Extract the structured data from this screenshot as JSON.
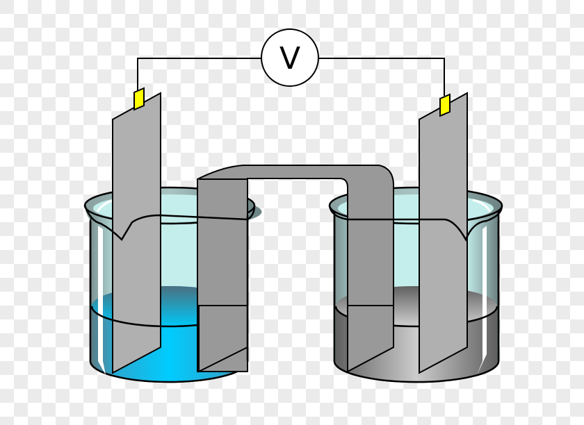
{
  "diagram": {
    "type": "galvanic-cell",
    "voltmeter": {
      "label": "V"
    },
    "colors": {
      "left_solution": "#00c8f8",
      "right_solution": "#a8a8a8",
      "electrode": "#b0b0b0",
      "salt_bridge": "#999999",
      "terminal": "#ffff00",
      "glass": "#c4eeec",
      "background_check": "#ebebeb"
    },
    "components": [
      {
        "name": "voltmeter",
        "label": "V"
      },
      {
        "name": "left-electrode"
      },
      {
        "name": "right-electrode"
      },
      {
        "name": "salt-bridge"
      },
      {
        "name": "left-beaker",
        "solution": "blue"
      },
      {
        "name": "right-beaker",
        "solution": "grey"
      },
      {
        "name": "left-terminal-clip"
      },
      {
        "name": "right-terminal-clip"
      }
    ]
  }
}
